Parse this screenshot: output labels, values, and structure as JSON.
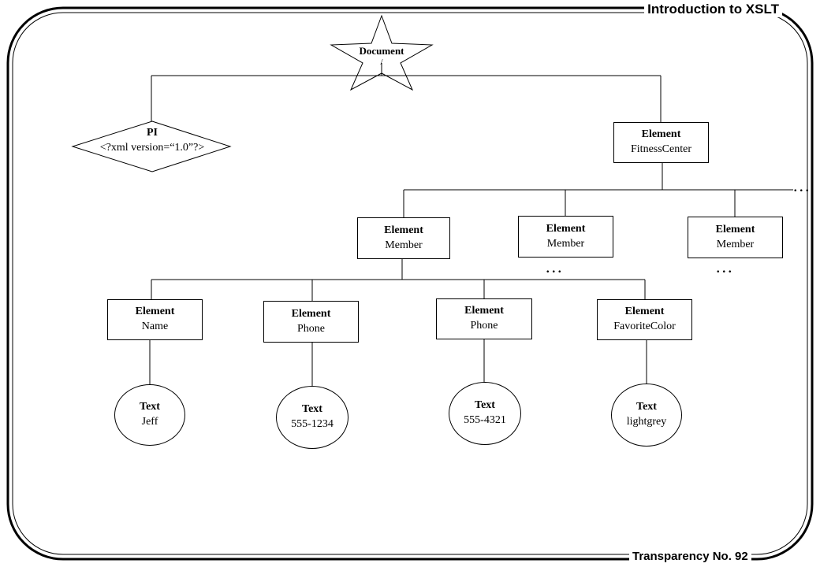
{
  "header": {
    "title": "Introduction to XSLT"
  },
  "footer": {
    "label": "Transparency No. 92"
  },
  "diagram": {
    "root": {
      "kind": "Document",
      "value": "/"
    },
    "pi": {
      "kind": "PI",
      "value": "<?xml version=“1.0”?>"
    },
    "fitness": {
      "kind": "Element",
      "value": "FitnessCenter"
    },
    "members": [
      {
        "kind": "Element",
        "value": "Member"
      },
      {
        "kind": "Element",
        "value": "Member"
      },
      {
        "kind": "Element",
        "value": "Member"
      }
    ],
    "children": [
      {
        "kind": "Element",
        "value": "Name"
      },
      {
        "kind": "Element",
        "value": "Phone"
      },
      {
        "kind": "Element",
        "value": "Phone"
      },
      {
        "kind": "Element",
        "value": "FavoriteColor"
      }
    ],
    "texts": [
      {
        "kind": "Text",
        "value": "Jeff"
      },
      {
        "kind": "Text",
        "value": "555-1234"
      },
      {
        "kind": "Text",
        "value": "555-4321"
      },
      {
        "kind": "Text",
        "value": "lightgrey"
      }
    ],
    "ellipsis": "..."
  }
}
